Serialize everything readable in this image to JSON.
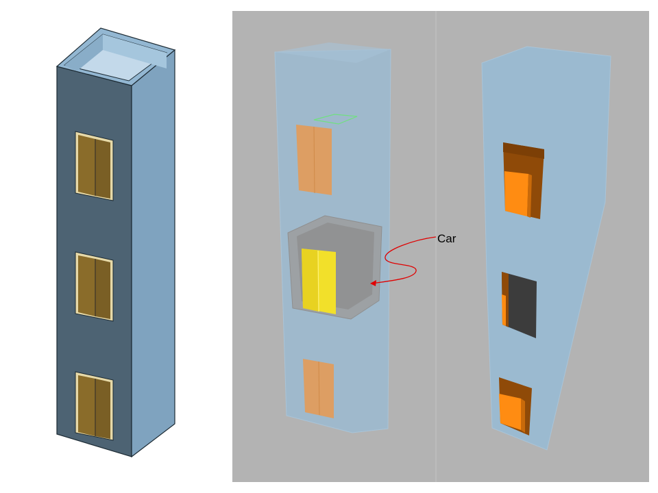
{
  "callout": {
    "label": "Car",
    "color": "#e00000"
  },
  "colors": {
    "background": "#ffffff",
    "viewport_gray": "#b3b3b3",
    "shaft_front": "#4d6373",
    "shaft_side": "#7fa3bf",
    "shaft_top_rim": "#93b7d2",
    "shaft_inner": "#a5c6dd",
    "door_left_panel": "#8a6c2a",
    "door_frame": "#e6d9a8",
    "transparent_shaft": "#9bbad0",
    "transparent_door": "#e39b58",
    "car_box": "#9c9c9c",
    "car_door": "#f2e02a",
    "car_outline": "#70e080",
    "cutout_dark": "#8f4a08",
    "cutout_orange": "#ff8c12",
    "cutout_open": "#3c3c3c"
  },
  "panels": [
    {
      "name": "solid-shaft-view",
      "style": "solid",
      "door_count": 3
    },
    {
      "name": "transparent-shaft-view",
      "style": "transparent",
      "door_count": 2,
      "shows_car": true
    },
    {
      "name": "cutout-shaft-view",
      "style": "cutout",
      "opening_count": 3
    }
  ]
}
